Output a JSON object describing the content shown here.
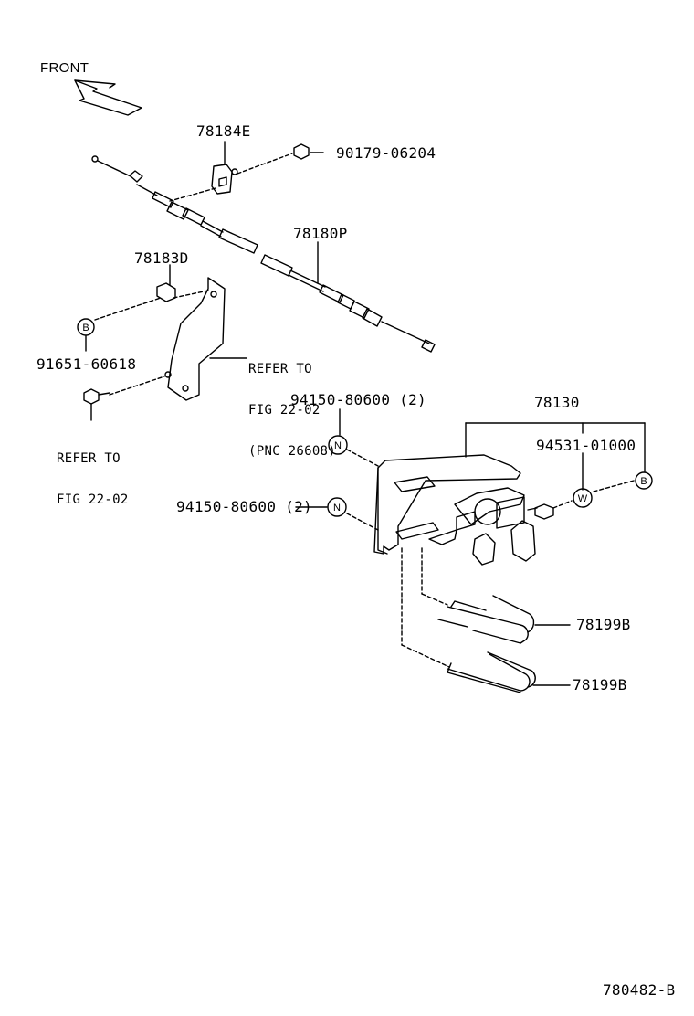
{
  "labels": {
    "front": "FRONT",
    "part_78184E": "78184E",
    "part_90179": "90179-06204",
    "part_78180P": "78180P",
    "part_78183D": "78183D",
    "part_91651": "91651-60618",
    "refer_mid_1": "REFER TO",
    "refer_mid_2": "FIG 22-02",
    "refer_mid_3": "(PNC 26608)",
    "refer_left_1": "REFER TO",
    "refer_left_2": "FIG 22-02",
    "part_94150_top": "94150-80600 (2)",
    "part_94150_left": "94150-80600 (2)",
    "part_78130": "78130",
    "part_94531": "94531-01000",
    "part_78199B_upper": "78199B",
    "part_78199B_lower": "78199B",
    "figure_id": "780482-B"
  },
  "badges": {
    "b_left": "B",
    "n_top": "N",
    "n_left": "N",
    "w": "W",
    "b_right": "B"
  }
}
